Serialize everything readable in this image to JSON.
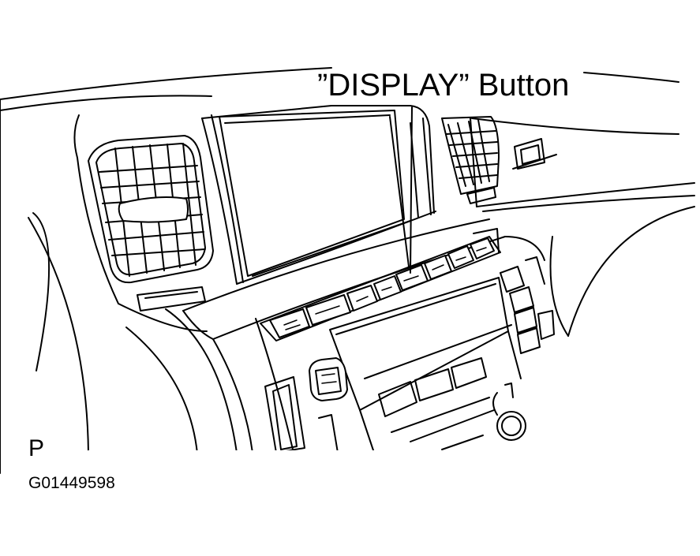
{
  "callout": {
    "label": "”DISPLAY” Button"
  },
  "corner_mark": "P",
  "figure_id": "G01449598",
  "colors": {
    "ink": "#000000",
    "paper": "#ffffff"
  },
  "icons": {
    "left_vent": "air-vent-icon",
    "right_vent": "air-vent-icon",
    "screen": "display-screen-icon",
    "knob": "knob-icon"
  }
}
